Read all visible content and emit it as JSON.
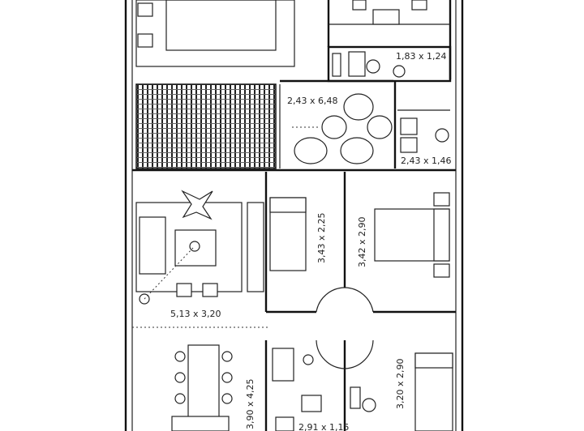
{
  "rooms": [
    {
      "id": "terrace",
      "dimension": "2,43 x 6,48"
    },
    {
      "id": "bathroom-top",
      "dimension": "1,83 x 1,24"
    },
    {
      "id": "laundry",
      "dimension": "2,43 x 1,46"
    },
    {
      "id": "bedroom-small",
      "dimension": "3,43 x 2,25"
    },
    {
      "id": "bedroom-main",
      "dimension": "3,42 x 2,90"
    },
    {
      "id": "living",
      "dimension": "5,13 x 3,20"
    },
    {
      "id": "dining",
      "dimension": "3,90 x 4,25"
    },
    {
      "id": "bedroom-lower",
      "dimension": "3,20 x 2,90"
    },
    {
      "id": "kitchen",
      "dimension": "2,91 x 1,15"
    }
  ]
}
